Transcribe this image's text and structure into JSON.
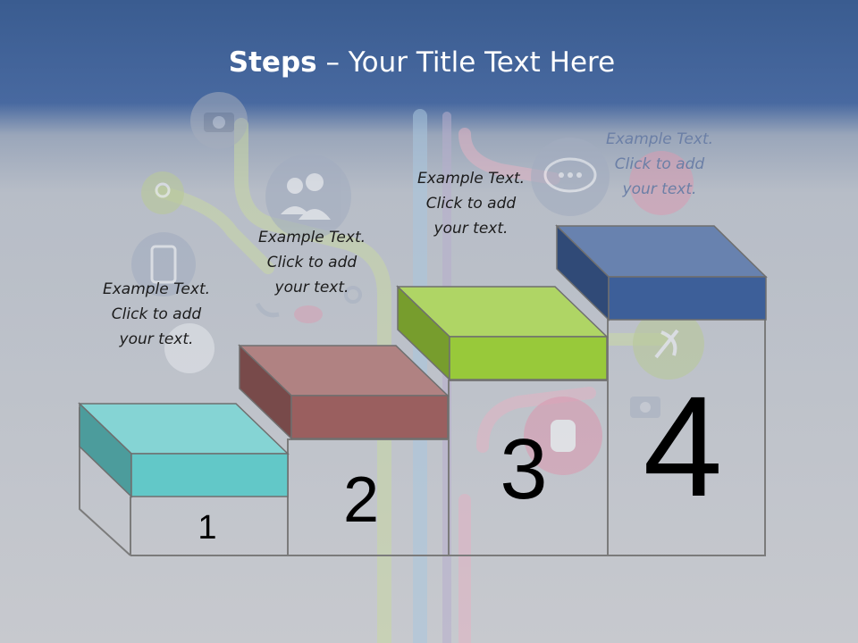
{
  "title": {
    "bold": "Steps",
    "rest": " – Your Title Text Here"
  },
  "steps": [
    {
      "number": "1",
      "color": "#62c8c8",
      "text": [
        "Example Text.",
        "Click  to add",
        "your text."
      ]
    },
    {
      "number": "2",
      "color": "#9a5f5f",
      "text": [
        "Example Text.",
        "Click  to add",
        "your text."
      ]
    },
    {
      "number": "3",
      "color": "#98c93a",
      "text": [
        "Example Text.",
        "Click  to add",
        "your text."
      ]
    },
    {
      "number": "4",
      "color": "#3d5f99",
      "text": [
        "Example Text.",
        "Click  to add",
        "your text."
      ]
    }
  ],
  "colors": {
    "header": "#3c5f93",
    "background": "#c3c6cc",
    "outline": "#7e7e7e"
  },
  "icons": [
    "camera-icon",
    "users-icon",
    "location-pin-icon",
    "speech-bubble-icon",
    "smartphone-icon",
    "satellite-dish-icon",
    "hand-icon",
    "music-note-icon",
    "mouse-icon",
    "gear-icon",
    "phone-icon"
  ]
}
